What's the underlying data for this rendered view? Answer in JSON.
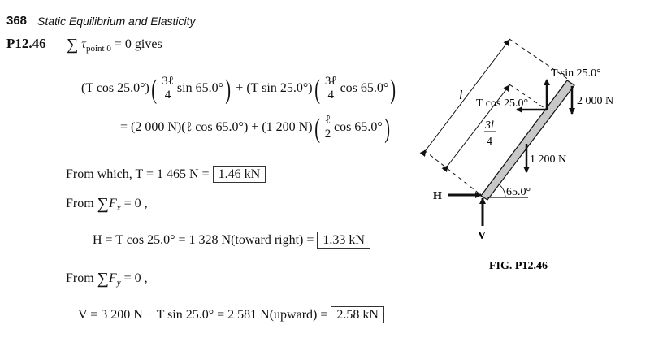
{
  "header": {
    "page_number": "368",
    "chapter_title": "Static Equilibrium and Elasticity"
  },
  "problem": {
    "id": "P12.46",
    "intro": {
      "sum": "∑",
      "tau": "τ",
      "subscript": "point 0",
      "rest": " = 0  gives"
    },
    "torque_eq": {
      "line1": {
        "t1a": "(T cos 25.0°)",
        "frac_num": "3ℓ",
        "frac_den": "4",
        "t1b": "sin 65.0°",
        "plus": " + ",
        "t2a": "(T sin 25.0°)",
        "t2b": "cos 65.0°"
      },
      "line2": {
        "a": "= (2 000 N)(ℓ cos 65.0°) + (1 200 N)",
        "frac_num": "ℓ",
        "frac_den": "2",
        "b": "cos 65.0°"
      }
    },
    "tension": {
      "text": "From which, T = 1 465 N = ",
      "answer": "1.46 kN"
    },
    "fx_label": {
      "pre": "From ",
      "sum": "∑",
      "var": "F",
      "sub": "x",
      "post": " = 0 ,"
    },
    "h_result": {
      "text": "H = T cos 25.0° = 1 328 N(toward right) = ",
      "answer": "1.33 kN"
    },
    "fy_label": {
      "pre": "From ",
      "sum": "∑",
      "var": "F",
      "sub": "y",
      "post": " = 0 ,"
    },
    "v_result": {
      "text": "V = 3 200 N − T sin 25.0° = 2 581 N(upward) = ",
      "answer": "2.58 kN"
    }
  },
  "figure": {
    "caption": "FIG. P12.46",
    "labels": {
      "length": "l",
      "three_quarter_num": "3l",
      "three_quarter_den": "4",
      "t_sin": "T sin 25.0°",
      "t_cos": "T cos 25.0°",
      "load_top": "2 000 N",
      "load_mid": "1 200 N",
      "angle": "65.0°",
      "h": "H",
      "v": "V"
    },
    "colors": {
      "beam_fill": "#c8c8c8",
      "ink": "#111111"
    }
  }
}
